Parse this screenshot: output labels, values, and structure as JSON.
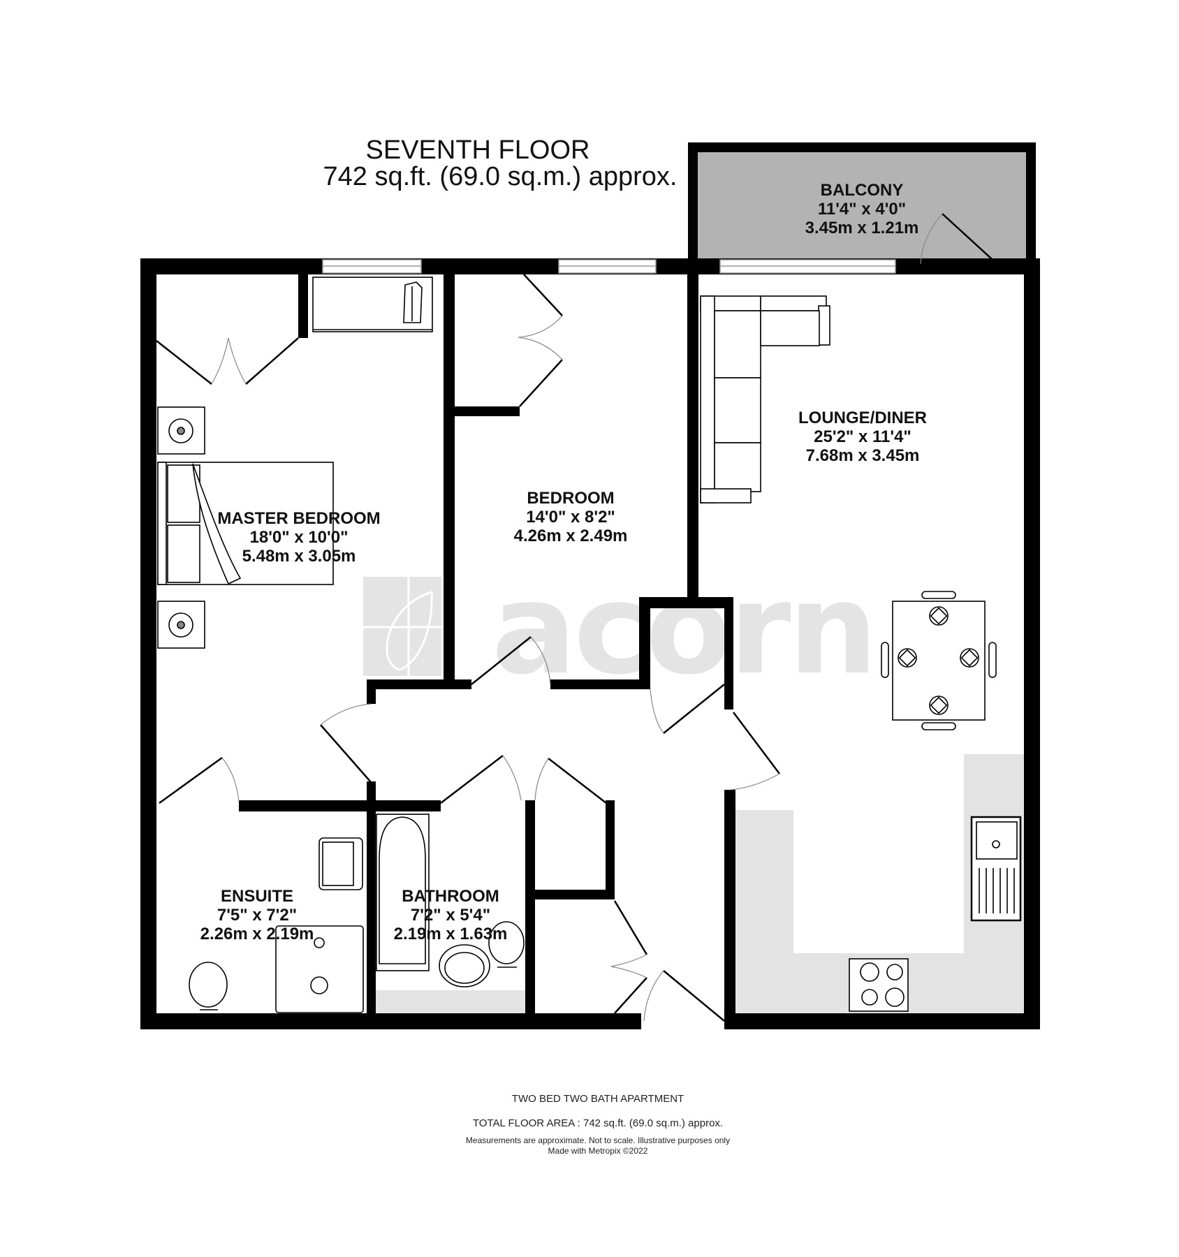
{
  "header": {
    "floor_title": "SEVENTH FLOOR",
    "floor_area": "742 sq.ft. (69.0 sq.m.) approx."
  },
  "watermark": {
    "text": "acorn"
  },
  "rooms": [
    {
      "id": "balcony",
      "name": "BALCONY",
      "imperial": "11'4\"  x 4'0\"",
      "metric": "3.45m  x 1.21m"
    },
    {
      "id": "lounge",
      "name": "LOUNGE/DINER",
      "imperial": "25'2\"  x 11'4\"",
      "metric": "7.68m  x 3.45m"
    },
    {
      "id": "master",
      "name": "MASTER BEDROOM",
      "imperial": "18'0\"  x 10'0\"",
      "metric": "5.48m  x 3.05m"
    },
    {
      "id": "bedroom",
      "name": "BEDROOM",
      "imperial": "14'0\"  x 8'2\"",
      "metric": "4.26m  x 2.49m"
    },
    {
      "id": "ensuite",
      "name": "ENSUITE",
      "imperial": "7'5\"  x 7'2\"",
      "metric": "2.26m  x 2.19m"
    },
    {
      "id": "bathroom",
      "name": "BATHROOM",
      "imperial": "7'2\"  x 5'4\"",
      "metric": "2.19m  x 1.63m"
    }
  ],
  "footer": {
    "property_type": "TWO BED TWO BATH APARTMENT",
    "total_area": "TOTAL FLOOR AREA : 742 sq.ft. (69.0 sq.m.) approx.",
    "disclaimer": "Measurements are approximate.  Not to scale.  Illustrative purposes only",
    "credit": "Made with Metropix ©2022"
  },
  "colors": {
    "wall": "#000000",
    "balcony_fill": "#b3b3b3",
    "kitchen_fill": "#e3e3e3",
    "watermark": "#e4e4e4"
  }
}
